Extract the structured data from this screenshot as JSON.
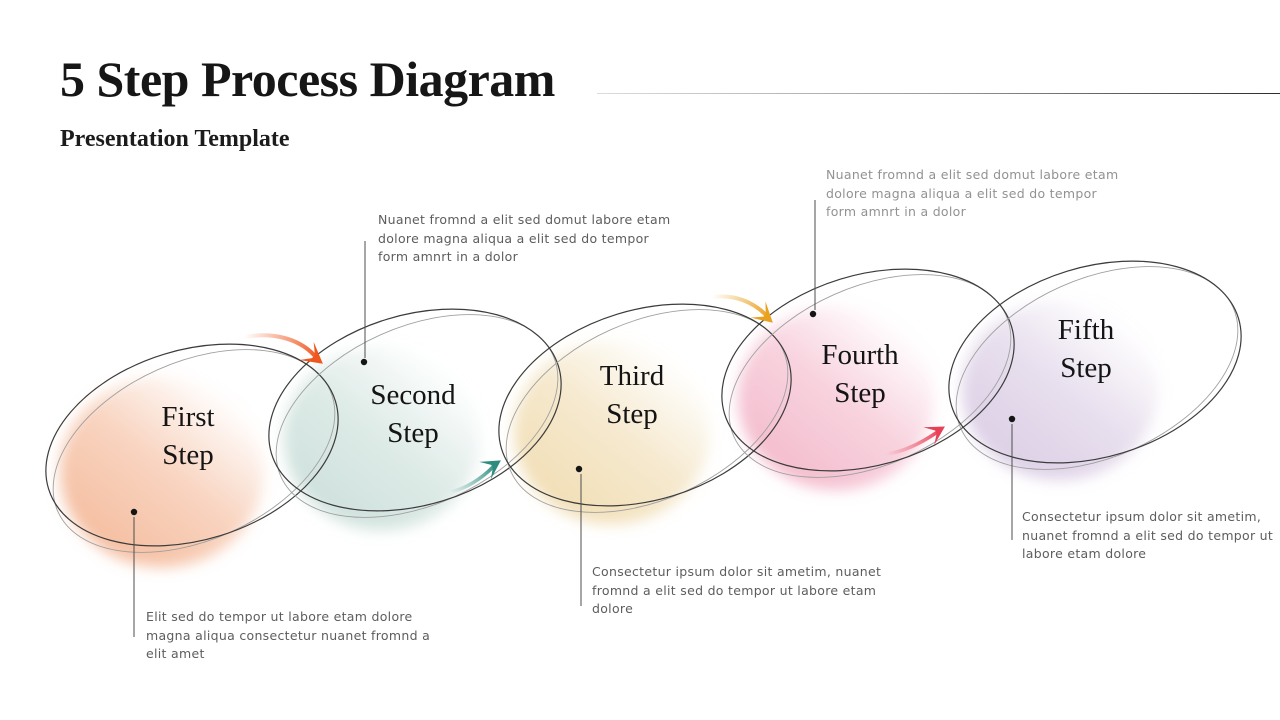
{
  "header": {
    "title": "5 Step Process Diagram",
    "subtitle": "Presentation Template"
  },
  "steps": [
    {
      "label": "First\nStep",
      "note": "Elit sed do tempor ut labore etam dolore\nmagna aliqua consectetur nuanet fromnd a\nelit amet",
      "blob_color": "#F3B08C"
    },
    {
      "label": "Second\nStep",
      "note": "Nuanet fromnd a elit sed domut labore etam\ndolore magna aliqua a elit sed do tempor\nform amnrt in a dolor",
      "blob_color": "#C4DBD5"
    },
    {
      "label": "Third\nStep",
      "note": "Consectetur ipsum dolor sit ametim, nuanet\nfromnd a elit sed do tempor ut labore etam\ndolore",
      "blob_color": "#EED7A6"
    },
    {
      "label": "Fourth\nStep",
      "note": "Nuanet fromnd a elit sed domut labore etam\ndolore magna aliqua a elit sed do tempor\nform amnrt in a dolor",
      "blob_color": "#F2AEC3"
    },
    {
      "label": "Fifth\nStep",
      "note": "Consectetur ipsum dolor sit ametim,\nnuanet fromnd a elit sed do tempor ut\nlabore etam dolore",
      "blob_color": "#D5C5E0"
    }
  ],
  "arrows": [
    {
      "name": "arrow-step1-step2",
      "color": "#F0571F"
    },
    {
      "name": "arrow-step2-step3",
      "color": "#2E8C7E"
    },
    {
      "name": "arrow-step3-step4",
      "color": "#E9A01F"
    },
    {
      "name": "arrow-step4-step5",
      "color": "#E84056"
    }
  ]
}
